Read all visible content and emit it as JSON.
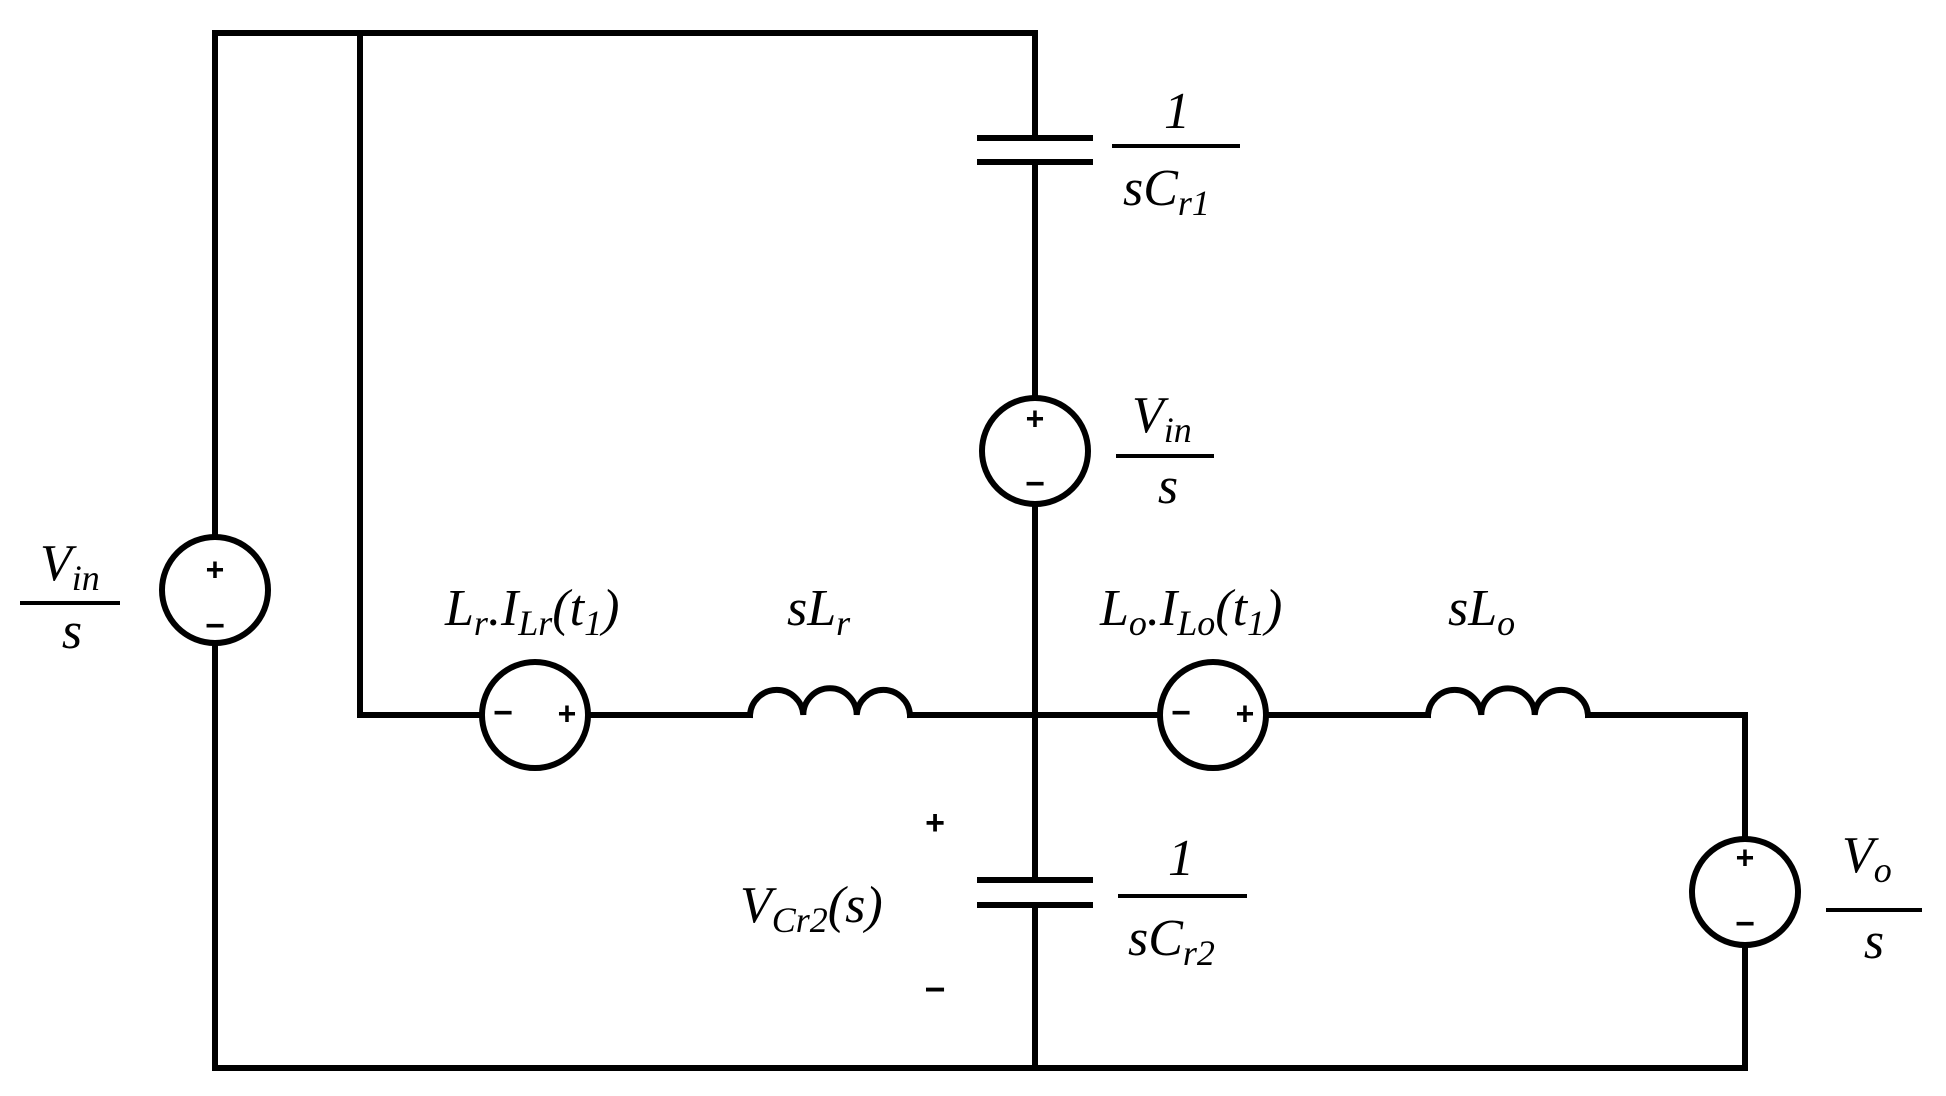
{
  "diagram": {
    "colors": {
      "stroke": "#000000",
      "background": "#ffffff"
    },
    "signs": {
      "plus": "+",
      "minus": "−"
    },
    "left_source": {
      "num_main": "V",
      "num_sub": "in",
      "den": "s"
    },
    "top_capacitor": {
      "num": "1",
      "den_main": "sC",
      "den_sub": "r1"
    },
    "middle_source": {
      "num_main": "V",
      "num_sub": "in",
      "den": "s"
    },
    "lr_source": {
      "a": "L",
      "a_sub": "r",
      "sep": ".I",
      "b_sub": "Lr",
      "paren_open": "(t",
      "t_sub": "1",
      "paren_close": ")"
    },
    "lr_inductor": {
      "main": "sL",
      "sub": "r"
    },
    "lo_source": {
      "a": "L",
      "a_sub": "o",
      "sep": ".I",
      "b_sub": "Lo",
      "paren_open": "(t",
      "t_sub": "1",
      "paren_close": ")"
    },
    "lo_inductor": {
      "main": "sL",
      "sub": "o"
    },
    "bottom_capacitor": {
      "num": "1",
      "den_main": "sC",
      "den_sub": "r2"
    },
    "vcr2": {
      "main": "V",
      "sub": "Cr2",
      "rest": "(s)"
    },
    "output_source": {
      "num_main": "V",
      "num_sub": "o",
      "den": "s"
    }
  }
}
